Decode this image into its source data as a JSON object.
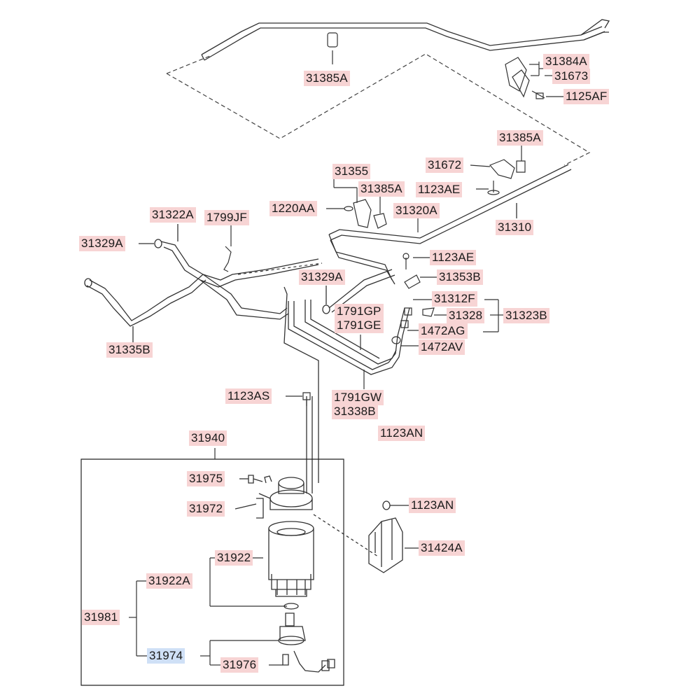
{
  "diagram": {
    "labels": {
      "p31385A_top": "31385A",
      "p31384A": "31384A",
      "p31673": "31673",
      "p1125AF": "1125AF",
      "p31385A_mid": "31385A",
      "p31672": "31672",
      "p1123AE_a": "1123AE",
      "p31355": "31355",
      "p31385A_low": "31385A",
      "p1220AA": "1220AA",
      "p31320A": "31320A",
      "p31310": "31310",
      "p31322A": "31322A",
      "p1799JF": "1799JF",
      "p31329A_left": "31329A",
      "p1123AE_b": "1123AE",
      "p31329A_mid": "31329A",
      "p31353B": "31353B",
      "p31312F": "31312F",
      "p31328": "31328",
      "p31323B": "31323B",
      "p1791GP": "1791GP",
      "p1791GE": "1791GE",
      "p1472AG": "1472AG",
      "p1472AV": "1472AV",
      "p31335B": "31335B",
      "p1123AS": "1123AS",
      "p1791GW": "1791GW",
      "p31338B": "31338B",
      "p1123AN_a": "1123AN",
      "p31940": "31940",
      "p31975": "31975",
      "p31972": "31972",
      "p1123AN_b": "1123AN",
      "p31424A": "31424A",
      "p31922": "31922",
      "p31922A": "31922A",
      "p31981": "31981",
      "p31974": "31974",
      "p31976": "31976"
    },
    "colors": {
      "label_highlight": "#f7d4d4",
      "selected_highlight": "#cfe0f6",
      "line": "#333333"
    },
    "selected_part": "31974"
  }
}
